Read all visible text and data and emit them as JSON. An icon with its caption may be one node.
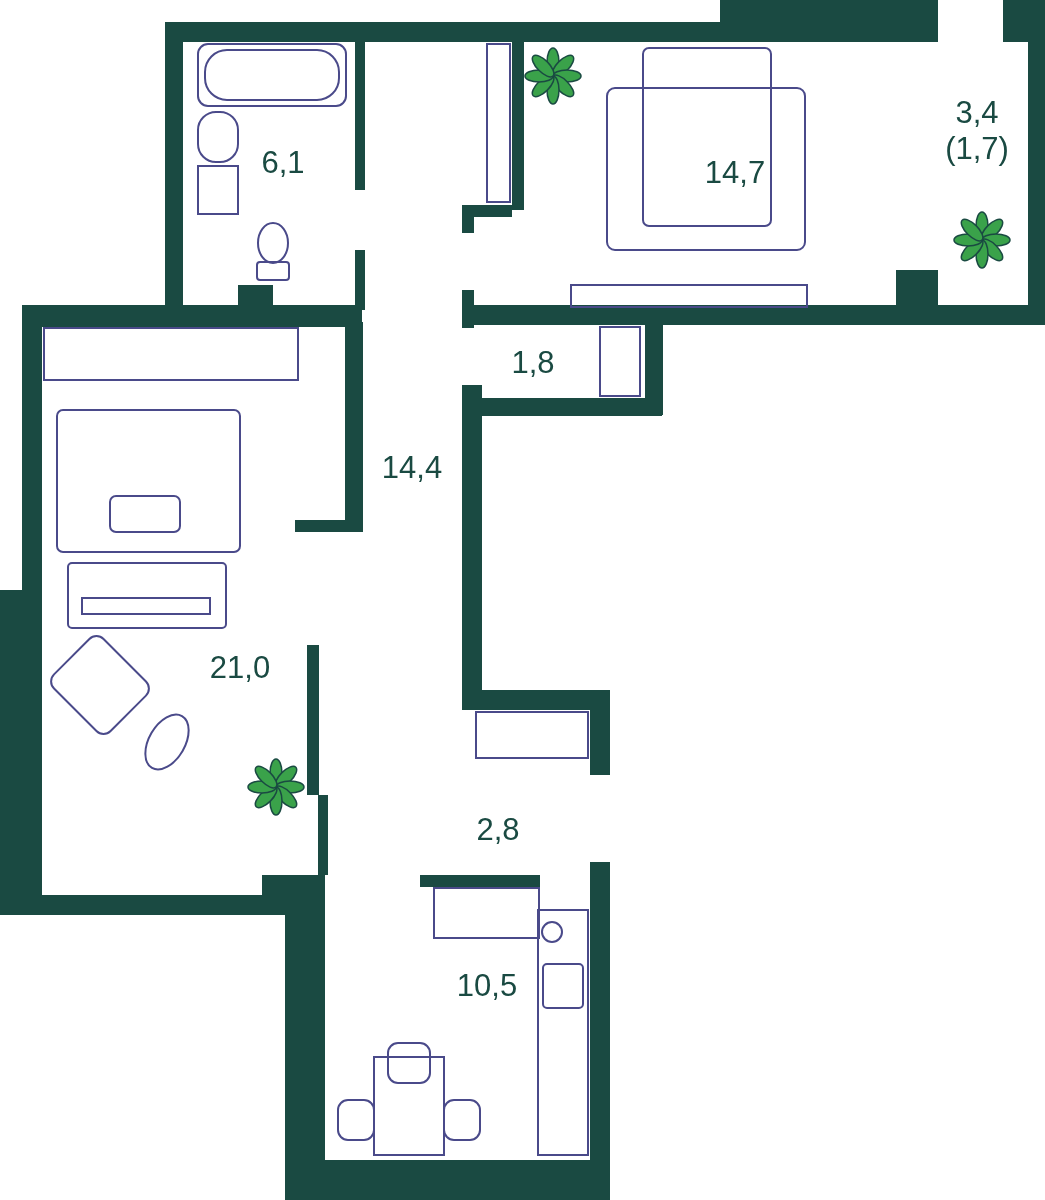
{
  "diagram": {
    "labels": [
      "6,1",
      "14,7",
      "3,4 (1,7)",
      "1,8",
      "14,4",
      "21,0",
      "2,8",
      "10,5"
    ]
  }
}
